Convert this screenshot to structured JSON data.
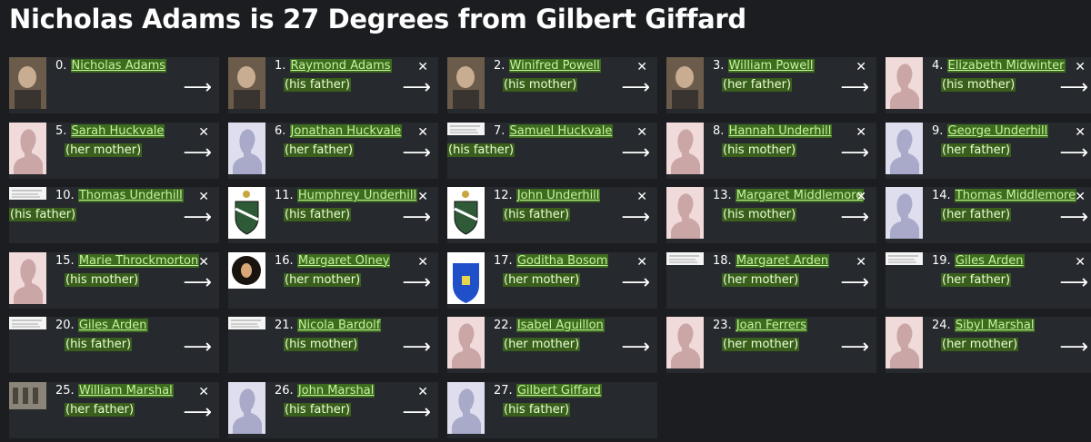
{
  "title": "Nicholas Adams is 27 Degrees from Gilbert Giffard",
  "colors": {
    "background": "#1b1d20",
    "card": "#26292d",
    "name_highlight": "#3d6b1f",
    "name_text": "#c5f59a",
    "silhouette_female_bg": "#f0dada",
    "silhouette_female_fg": "#caa6a6",
    "silhouette_male_bg": "#dedeee",
    "silhouette_male_fg": "#a9a9c9"
  },
  "people": [
    {
      "index": "0.",
      "name": "Nicholas Adams",
      "relation": "",
      "image": "photo-portrait",
      "close": false
    },
    {
      "index": "1.",
      "name": "Raymond Adams",
      "relation": "(his father)",
      "image": "photo-portrait",
      "close": true
    },
    {
      "index": "2.",
      "name": "Winifred Powell",
      "relation": "(his mother)",
      "image": "photo-portrait",
      "close": true
    },
    {
      "index": "3.",
      "name": "William Powell",
      "relation": "(her father)",
      "image": "photo-portrait",
      "close": true
    },
    {
      "index": "4.",
      "name": "Elizabeth Midwinter",
      "relation": "(his mother)",
      "image": "silhouette-female",
      "close": true
    },
    {
      "index": "5.",
      "name": "Sarah Huckvale",
      "relation": "(her mother)",
      "image": "silhouette-female",
      "close": true
    },
    {
      "index": "6.",
      "name": "Jonathan Huckvale",
      "relation": "(her father)",
      "image": "silhouette-male",
      "close": true
    },
    {
      "index": "7.",
      "name": "Samuel Huckvale",
      "relation": "(his father)",
      "image": "document",
      "close": true
    },
    {
      "index": "8.",
      "name": "Hannah Underhill",
      "relation": "(his mother)",
      "image": "silhouette-female",
      "close": true
    },
    {
      "index": "9.",
      "name": "George Underhill",
      "relation": "(her father)",
      "image": "silhouette-male",
      "close": true
    },
    {
      "index": "10.",
      "name": "Thomas Underhill",
      "relation": "(his father)",
      "image": "document",
      "close": true
    },
    {
      "index": "11.",
      "name": "Humphrey Underhill",
      "relation": "(his father)",
      "image": "coat-of-arms",
      "close": true
    },
    {
      "index": "12.",
      "name": "John Underhill",
      "relation": "(his father)",
      "image": "coat-of-arms",
      "close": true
    },
    {
      "index": "13.",
      "name": "Margaret Middlemore",
      "relation": "(his mother)",
      "image": "silhouette-female",
      "close": true
    },
    {
      "index": "14.",
      "name": "Thomas Middlemore",
      "relation": "(her father)",
      "image": "silhouette-male",
      "close": true
    },
    {
      "index": "15.",
      "name": "Marie Throckmorton",
      "relation": "(his mother)",
      "image": "silhouette-female",
      "close": true
    },
    {
      "index": "16.",
      "name": "Margaret Olney",
      "relation": "(her mother)",
      "image": "painting",
      "close": true
    },
    {
      "index": "17.",
      "name": "Goditha Bosom",
      "relation": "(her mother)",
      "image": "blue-arms",
      "close": true
    },
    {
      "index": "18.",
      "name": "Margaret Arden",
      "relation": "(her mother)",
      "image": "document",
      "close": true
    },
    {
      "index": "19.",
      "name": "Giles Arden",
      "relation": "(her father)",
      "image": "document",
      "close": true
    },
    {
      "index": "20.",
      "name": "Giles Arden",
      "relation": "(his father)",
      "image": "document",
      "close": false
    },
    {
      "index": "21.",
      "name": "Nicola Bardolf",
      "relation": "(his mother)",
      "image": "document",
      "close": false
    },
    {
      "index": "22.",
      "name": "Isabel Aguillon",
      "relation": "(her mother)",
      "image": "silhouette-female",
      "close": false
    },
    {
      "index": "23.",
      "name": "Joan Ferrers",
      "relation": "(her mother)",
      "image": "silhouette-female",
      "close": false
    },
    {
      "index": "24.",
      "name": "Sibyl Marshal",
      "relation": "(her mother)",
      "image": "silhouette-female",
      "close": false
    },
    {
      "index": "25.",
      "name": "William Marshal",
      "relation": "(her father)",
      "image": "building",
      "close": true
    },
    {
      "index": "26.",
      "name": "John Marshal",
      "relation": "(his father)",
      "image": "silhouette-male",
      "close": true
    },
    {
      "index": "27.",
      "name": "Gilbert Giffard",
      "relation": "(his father)",
      "image": "silhouette-male",
      "close": false
    }
  ],
  "close_glyph": "✕",
  "arrow_glyph": "⟶"
}
